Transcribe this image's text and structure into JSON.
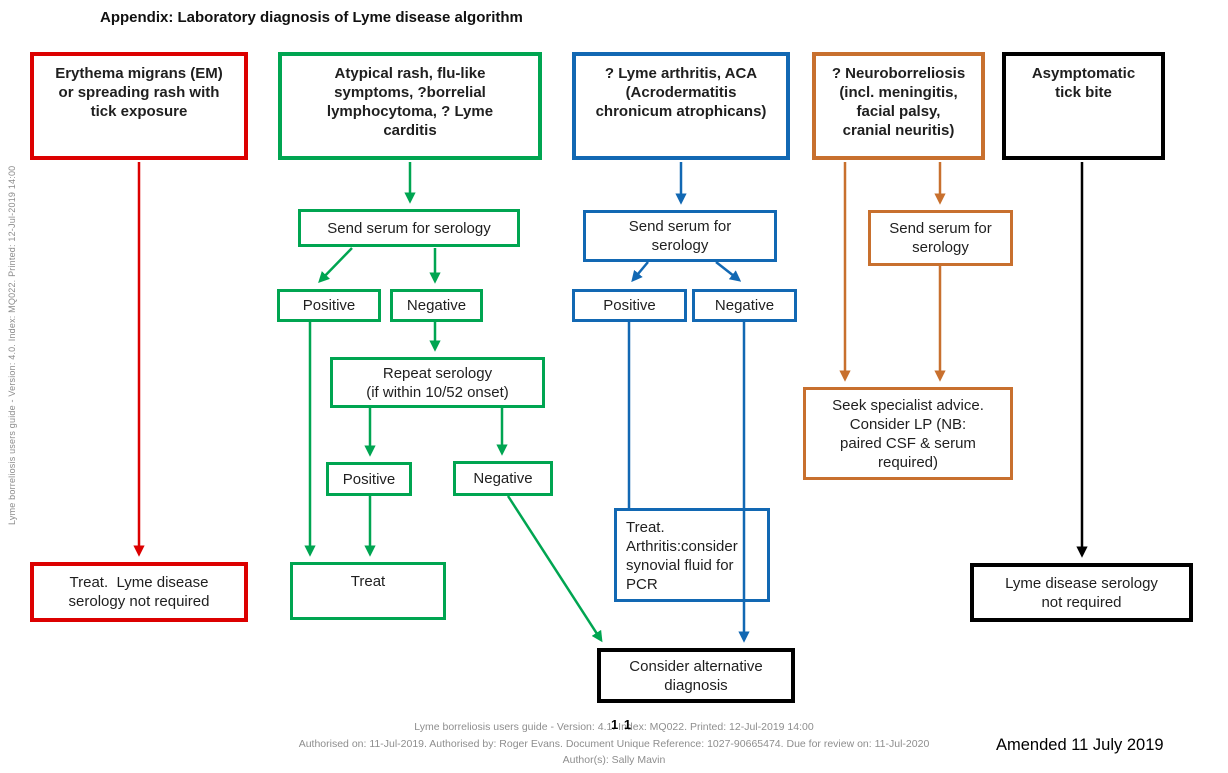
{
  "title": "Appendix: Laboratory diagnosis of Lyme disease algorithm",
  "colors": {
    "red": "#dc0000",
    "green": "#00a551",
    "blue": "#1268b3",
    "orange": "#c8702e",
    "black": "#000000",
    "muted_text": "#8e8e8e"
  },
  "sidebar": {
    "vertical_text": "Lyme borreliosis users guide - Version: 4.0. Index: MQ022. Printed: 12-Jul-2019 14:00"
  },
  "flowchart": {
    "em_rash": "Erythema migrans (EM)\nor spreading rash with\ntick exposure",
    "em_treat": "Treat.  Lyme disease\nserology not required",
    "atypical": "Atypical rash, flu-like\nsymptoms, ?borrelial\nlymphocytoma, ? Lyme\ncarditis",
    "g_send": "Send serum for serology",
    "positive": "Positive",
    "negative": "Negative",
    "repeat": "Repeat serology\n(if within 10/52 onset)",
    "treat": "Treat",
    "arthritis": "? Lyme arthritis, ACA\n(Acrodermatitis\nchronicum atrophicans)",
    "b_send": "Send serum for\nserology",
    "b_treat": "Treat.\nArthritis:consider\nsynovial fluid for\nPCR",
    "alt_diagnosis": "Consider alternative\ndiagnosis",
    "neuro": "? Neuroborreliosis\n(incl. meningitis,\nfacial palsy,\ncranial neuritis)",
    "o_send": "Send serum for\nserology",
    "seek_advice": "Seek specialist advice.\nConsider LP (NB:\npaired CSF & serum\nrequired)",
    "asymptomatic": "Asymptomatic\ntick bite",
    "serology_not_required": "Lyme disease serology\nnot required"
  },
  "footer": {
    "line1": "Lyme borreliosis users guide - Version: 4.1. Index: MQ022. Printed: 12-Jul-2019 14:00",
    "page_number_overlay": "1 1",
    "line2": "Authorised on: 11-Jul-2019. Authorised by: Roger Evans. Document Unique Reference: 1027-90665474. Due for review on: 11-Jul-2020",
    "line3": "Author(s): Sally Mavin",
    "amended_note": "Amended 11 July 2019"
  }
}
